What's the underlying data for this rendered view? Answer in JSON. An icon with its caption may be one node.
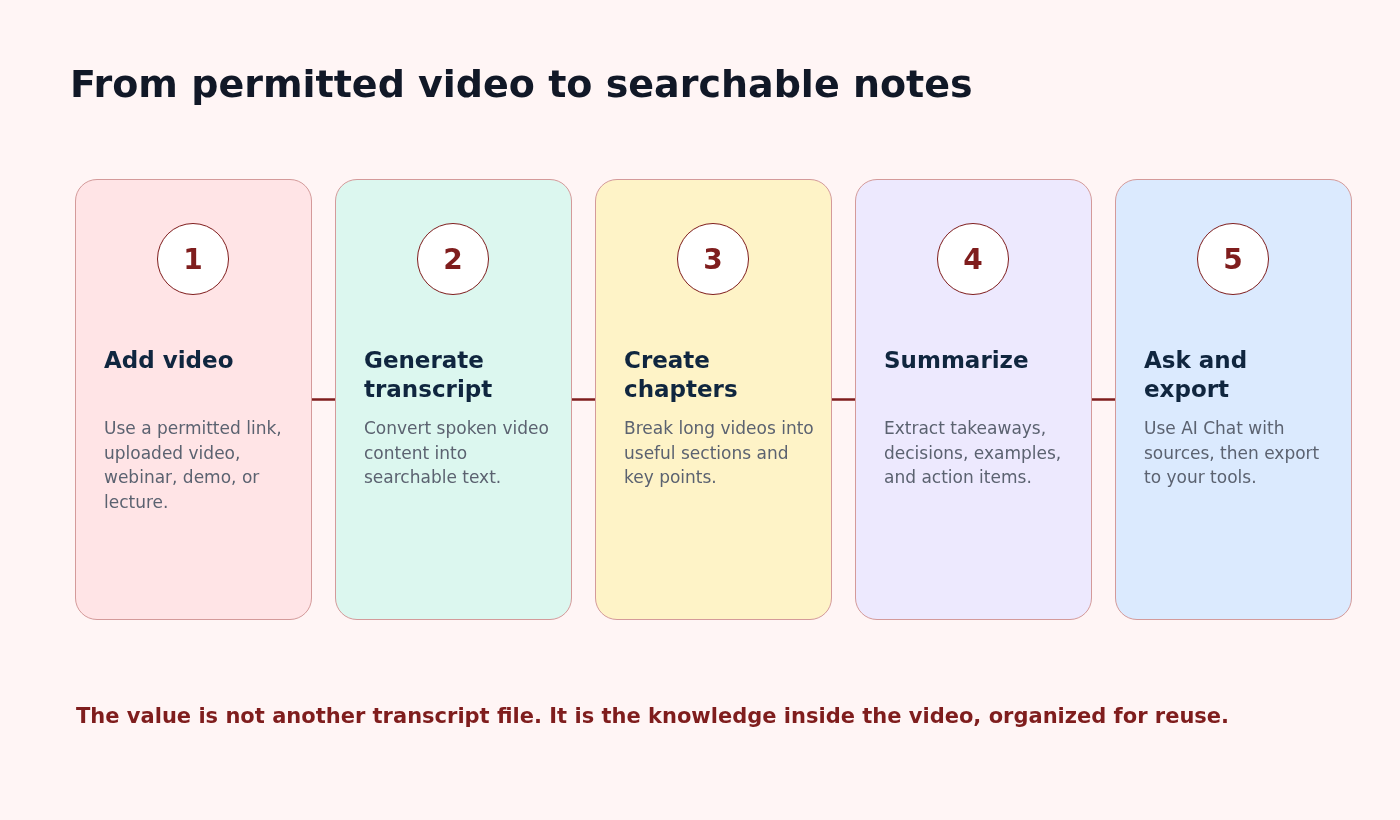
{
  "diagram": {
    "title": "From permitted video to searchable notes",
    "nodes": [
      {
        "text": [
          "Add video",
          "Use a permitted link, uploaded video, webinar, demo, or lecture."
        ]
      },
      {
        "text": [
          "1"
        ],
        "in": 0
      },
      {
        "text": [
          "Generate transcript",
          "Convert spoken video content into searchable text."
        ]
      },
      {
        "text": [
          "2"
        ],
        "in": 2
      },
      {
        "text": [
          "Create chapters",
          "Break long videos into useful sections and key points."
        ]
      },
      {
        "text": [
          "3"
        ],
        "in": 4
      },
      {
        "text": [
          "Summarize",
          "Extract takeaways, decisions, examples, and action items."
        ]
      },
      {
        "text": [
          "4"
        ],
        "in": 6
      },
      {
        "text": [
          "Ask and export",
          "Use AI Chat with sources, then export to your tools."
        ]
      },
      {
        "text": [
          "5"
        ],
        "in": 8
      }
    ],
    "edges": [
      {
        "from": 0,
        "to": 2,
        "arrow": "none"
      },
      {
        "from": 2,
        "to": 4,
        "arrow": "none"
      },
      {
        "from": 4,
        "to": 6,
        "arrow": "none"
      },
      {
        "from": 6,
        "to": 8,
        "arrow": "none"
      }
    ],
    "labels": [
      "The value is not another transcript file. It is the knowledge inside the video, organized for reuse."
    ]
  }
}
